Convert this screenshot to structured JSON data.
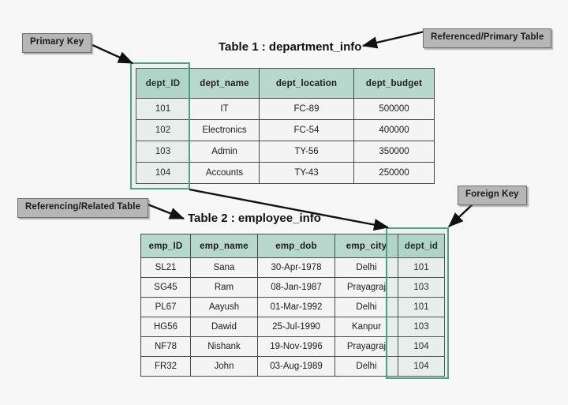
{
  "diagram": {
    "background_color": "#f7f7f7",
    "header_color": "#b8d7cd",
    "highlight_color": "#4f9e87",
    "callout_color": "#b6b6b6"
  },
  "callouts": {
    "primary_key": "Primary Key",
    "referenced_primary_table": "Referenced/Primary Table",
    "referencing_related_table": "Referencing/Related Table",
    "foreign_key": "Foreign Key"
  },
  "tables": [
    {
      "title": "Table 1 : department_info",
      "name": "department_info",
      "columns": [
        "dept_ID",
        "dept_name",
        "dept_location",
        "dept_budget"
      ],
      "key_column": "dept_ID",
      "key_type": "primary",
      "rows": [
        [
          "101",
          "IT",
          "FC-89",
          "500000"
        ],
        [
          "102",
          "Electronics",
          "FC-54",
          "400000"
        ],
        [
          "103",
          "Admin",
          "TY-56",
          "350000"
        ],
        [
          "104",
          "Accounts",
          "TY-43",
          "250000"
        ]
      ]
    },
    {
      "title": "Table 2 : employee_info",
      "name": "employee_info",
      "columns": [
        "emp_ID",
        "emp_name",
        "emp_dob",
        "emp_city",
        "dept_id"
      ],
      "key_column": "dept_id",
      "key_type": "foreign",
      "rows": [
        [
          "SL21",
          "Sana",
          "30-Apr-1978",
          "Delhi",
          "101"
        ],
        [
          "SG45",
          "Ram",
          "08-Jan-1987",
          "Prayagraj",
          "103"
        ],
        [
          "PL67",
          "Aayush",
          "01-Mar-1992",
          "Delhi",
          "101"
        ],
        [
          "HG56",
          "Dawid",
          "25-Jul-1990",
          "Kanpur",
          "103"
        ],
        [
          "NF78",
          "Nishank",
          "19-Nov-1996",
          "Prayagraj",
          "104"
        ],
        [
          "FR32",
          "John",
          "03-Aug-1989",
          "Delhi",
          "104"
        ]
      ]
    }
  ],
  "relationship": {
    "from_table": "department_info",
    "from_column": "dept_ID",
    "to_table": "employee_info",
    "to_column": "dept_id"
  }
}
